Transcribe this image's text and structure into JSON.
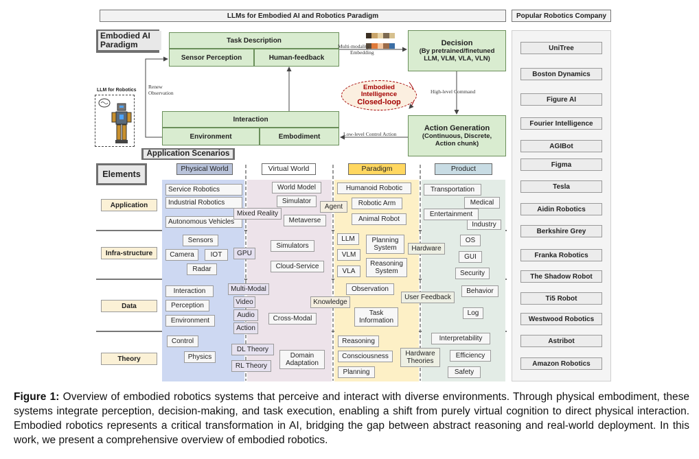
{
  "header": {
    "title": "LLMs for Embodied AI and Robotics Paradigm",
    "company_title": "Popular Robotics Company"
  },
  "paradigm": {
    "label": "Embodied AI Paradigm",
    "task_description": "Task Description",
    "sensor_perception": "Sensor Perception",
    "human_feedback": "Human-feedback",
    "decision": "Decision",
    "decision_sub": "(By pretrained/finetuned LLM, VLM, VLA, VLN)",
    "interaction": "Interaction",
    "environment": "Environment",
    "embodiment": "Embodiment",
    "action_generation": "Action Generation",
    "action_generation_sub": "(Continuous, Discrete, Action chunk)",
    "closed_loop_l1": "Embodied",
    "closed_loop_l2": "Intelligence",
    "closed_loop_l3": "Closed-loop",
    "multi_modality": "Multi-modality",
    "embedding": "Embedding",
    "renew": "Renew",
    "observation": "Observation",
    "high_level": "High-level",
    "command": "Command",
    "low_level": "Low-level Control Action",
    "llm_for_robotics": "LLM for Robotics",
    "application_scenarios": "Application Scenarios"
  },
  "elements": {
    "label": "Elements",
    "columns": [
      "Physical World",
      "Virtual World",
      "Paradigm",
      "Product"
    ],
    "rows": [
      "Application",
      "Infra-structure",
      "Data",
      "Theory"
    ],
    "application": {
      "physical": [
        "Service Robotics",
        "Industrial Robotics",
        "Autonomous Vehicles"
      ],
      "virtual": [
        "World Model",
        "Simulator",
        "Mixed Reality",
        "Metaverse"
      ],
      "agent": "Agent",
      "paradigm": [
        "Humanoid Robotic",
        "Robotic Arm",
        "Animal Robot"
      ],
      "product": [
        "Transportation",
        "Medical",
        "Entertainment",
        "Industry"
      ]
    },
    "infrastructure": {
      "physical": [
        "Sensors",
        "Camera",
        "IOT",
        "Radar"
      ],
      "gpu": "GPU",
      "virtual": [
        "Simulators",
        "Cloud-Service"
      ],
      "paradigm": [
        "LLM",
        "VLM",
        "VLA",
        "Planning System",
        "Reasoning System"
      ],
      "hardware": "Hardware",
      "product": [
        "OS",
        "GUI",
        "Security"
      ]
    },
    "data": {
      "physical": [
        "Interaction",
        "Perception",
        "Environment"
      ],
      "virtual": [
        "Multi-Modal",
        "Video",
        "Audio",
        "Action",
        "Knowledge",
        "Cross-Modal"
      ],
      "paradigm": [
        "Observation",
        "Task Information"
      ],
      "user_feedback": "User Feedback",
      "product": [
        "Behavior",
        "Log"
      ]
    },
    "theory": {
      "physical": [
        "Control",
        "Physics"
      ],
      "virtual": [
        "DL Theory",
        "RL Theory",
        "Domain Adaptation"
      ],
      "paradigm": [
        "Reasoning",
        "Consciousness",
        "Planning"
      ],
      "hardware_theories": "Hardware Theories",
      "product": [
        "Interpretability",
        "Efficiency",
        "Safety"
      ]
    }
  },
  "companies": [
    "UniTree",
    "Boston Dynamics",
    "Figure AI",
    "Fourier Intelligence",
    "AGIBot",
    "Figma",
    "Tesla",
    "Aidin Robotics",
    "Berkshire Grey",
    "Franka Robotics",
    "The Shadow Robot",
    "Ti5 Robot",
    "Westwood Robotics",
    "Astribot",
    "Amazon Robotics"
  ],
  "caption": {
    "label": "Figure 1:",
    "text": "Overview of embodied robotics systems that perceive and interact with diverse environments. Through physical embodiment, these systems integrate perception, decision-making, and task execution, enabling a shift from purely virtual cognition to direct physical interaction. Embodied robotics represents a critical transformation in AI, bridging the gap between abstract reasoning and real-world deployment. In this work, we present a comprehensive overview of embodied robotics."
  },
  "colors": {
    "green_fill": "#d9ecd0",
    "physical_fill": "#cdd8f2",
    "virtual_fill": "#ede3ea",
    "paradigm_fill": "#fdf0c6",
    "product_fill": "#e3ece6",
    "closed_loop_red": "#a30000"
  }
}
